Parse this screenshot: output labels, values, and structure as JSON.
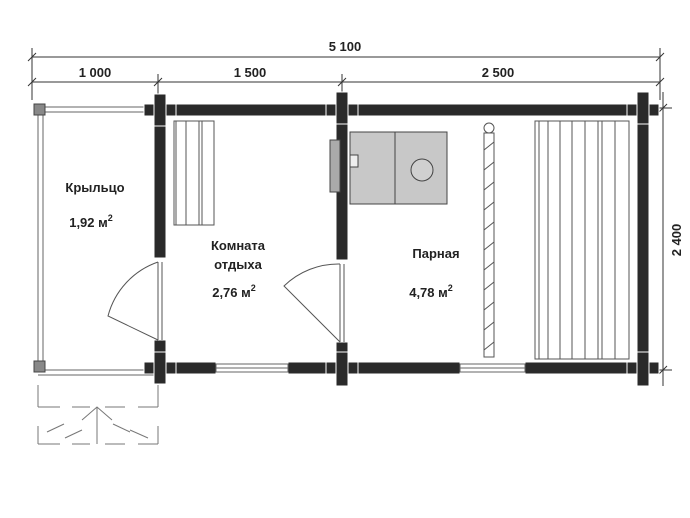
{
  "dimensions": {
    "total": "5 100",
    "seg1": "1 000",
    "seg2": "1 500",
    "seg3": "2 500",
    "depth": "2 400"
  },
  "rooms": {
    "porch": {
      "name": "Крыльцо",
      "area": "1,92 м",
      "unit_sup": "2"
    },
    "rest": {
      "name_line1": "Комната",
      "name_line2": "отдыха",
      "area": "2,76 м",
      "unit_sup": "2"
    },
    "steam": {
      "name": "Парная",
      "area": "4,78 м",
      "unit_sup": "2"
    }
  },
  "colors": {
    "wall_fill": "#2a2a2a",
    "wall_stroke": "#ffffff",
    "thin_line": "#555555",
    "stove": "#c8c8c8"
  }
}
